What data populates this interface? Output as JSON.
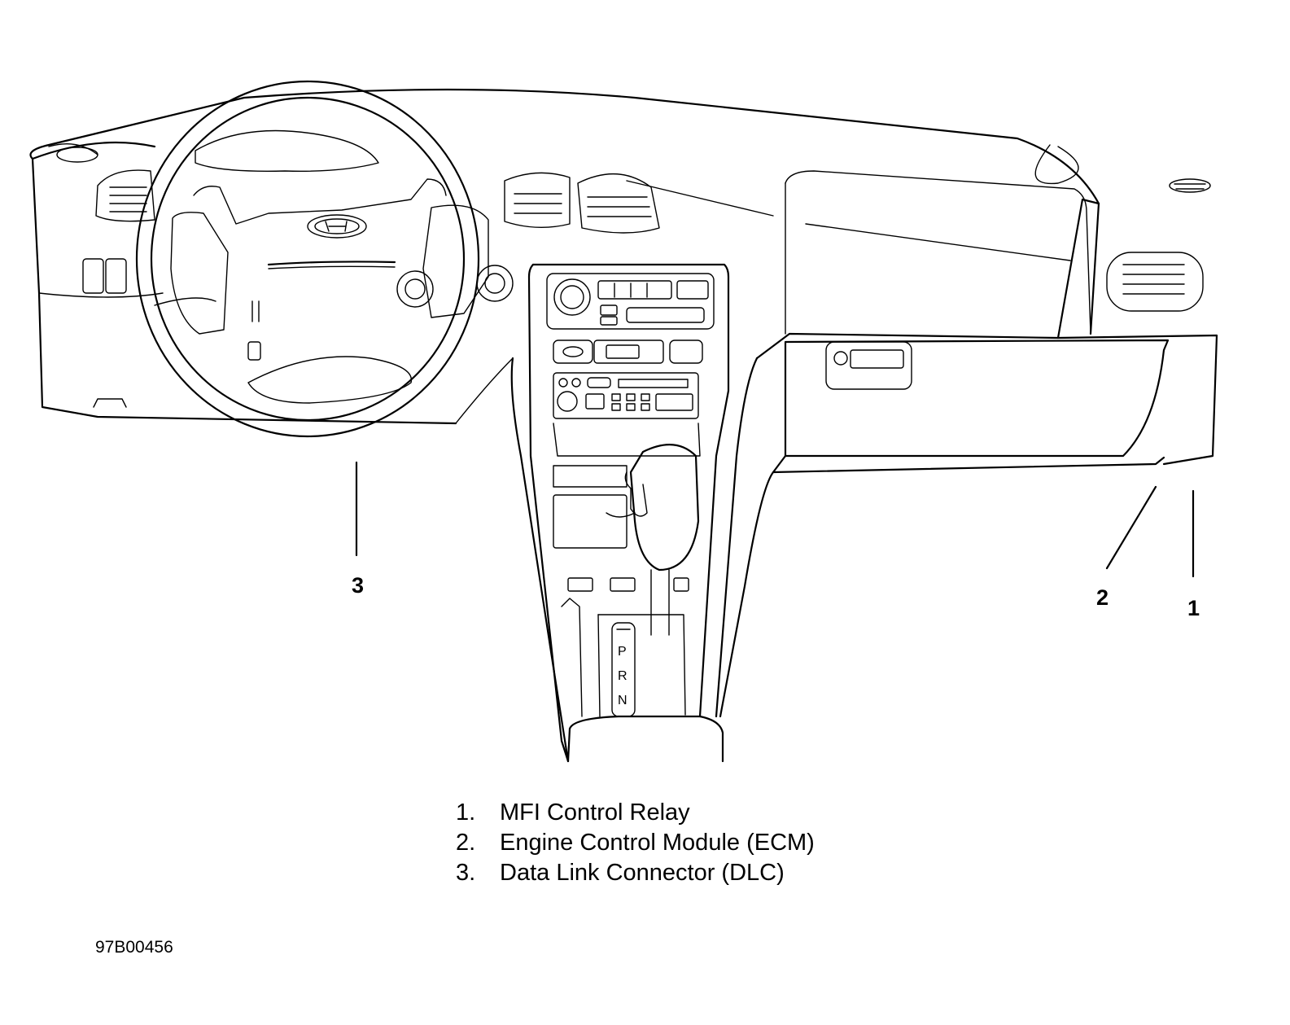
{
  "callouts": {
    "one": "1",
    "two": "2",
    "three": "3"
  },
  "legend": [
    {
      "number": "1.",
      "label": "MFI Control Relay"
    },
    {
      "number": "2.",
      "label": "Engine Control Module (ECM)"
    },
    {
      "number": "3.",
      "label": "Data Link Connector (DLC)"
    }
  ],
  "figure_id": "97B00456",
  "shift_positions": [
    "P",
    "R",
    "N"
  ],
  "colors": {
    "line": "#000000",
    "background": "#ffffff"
  }
}
